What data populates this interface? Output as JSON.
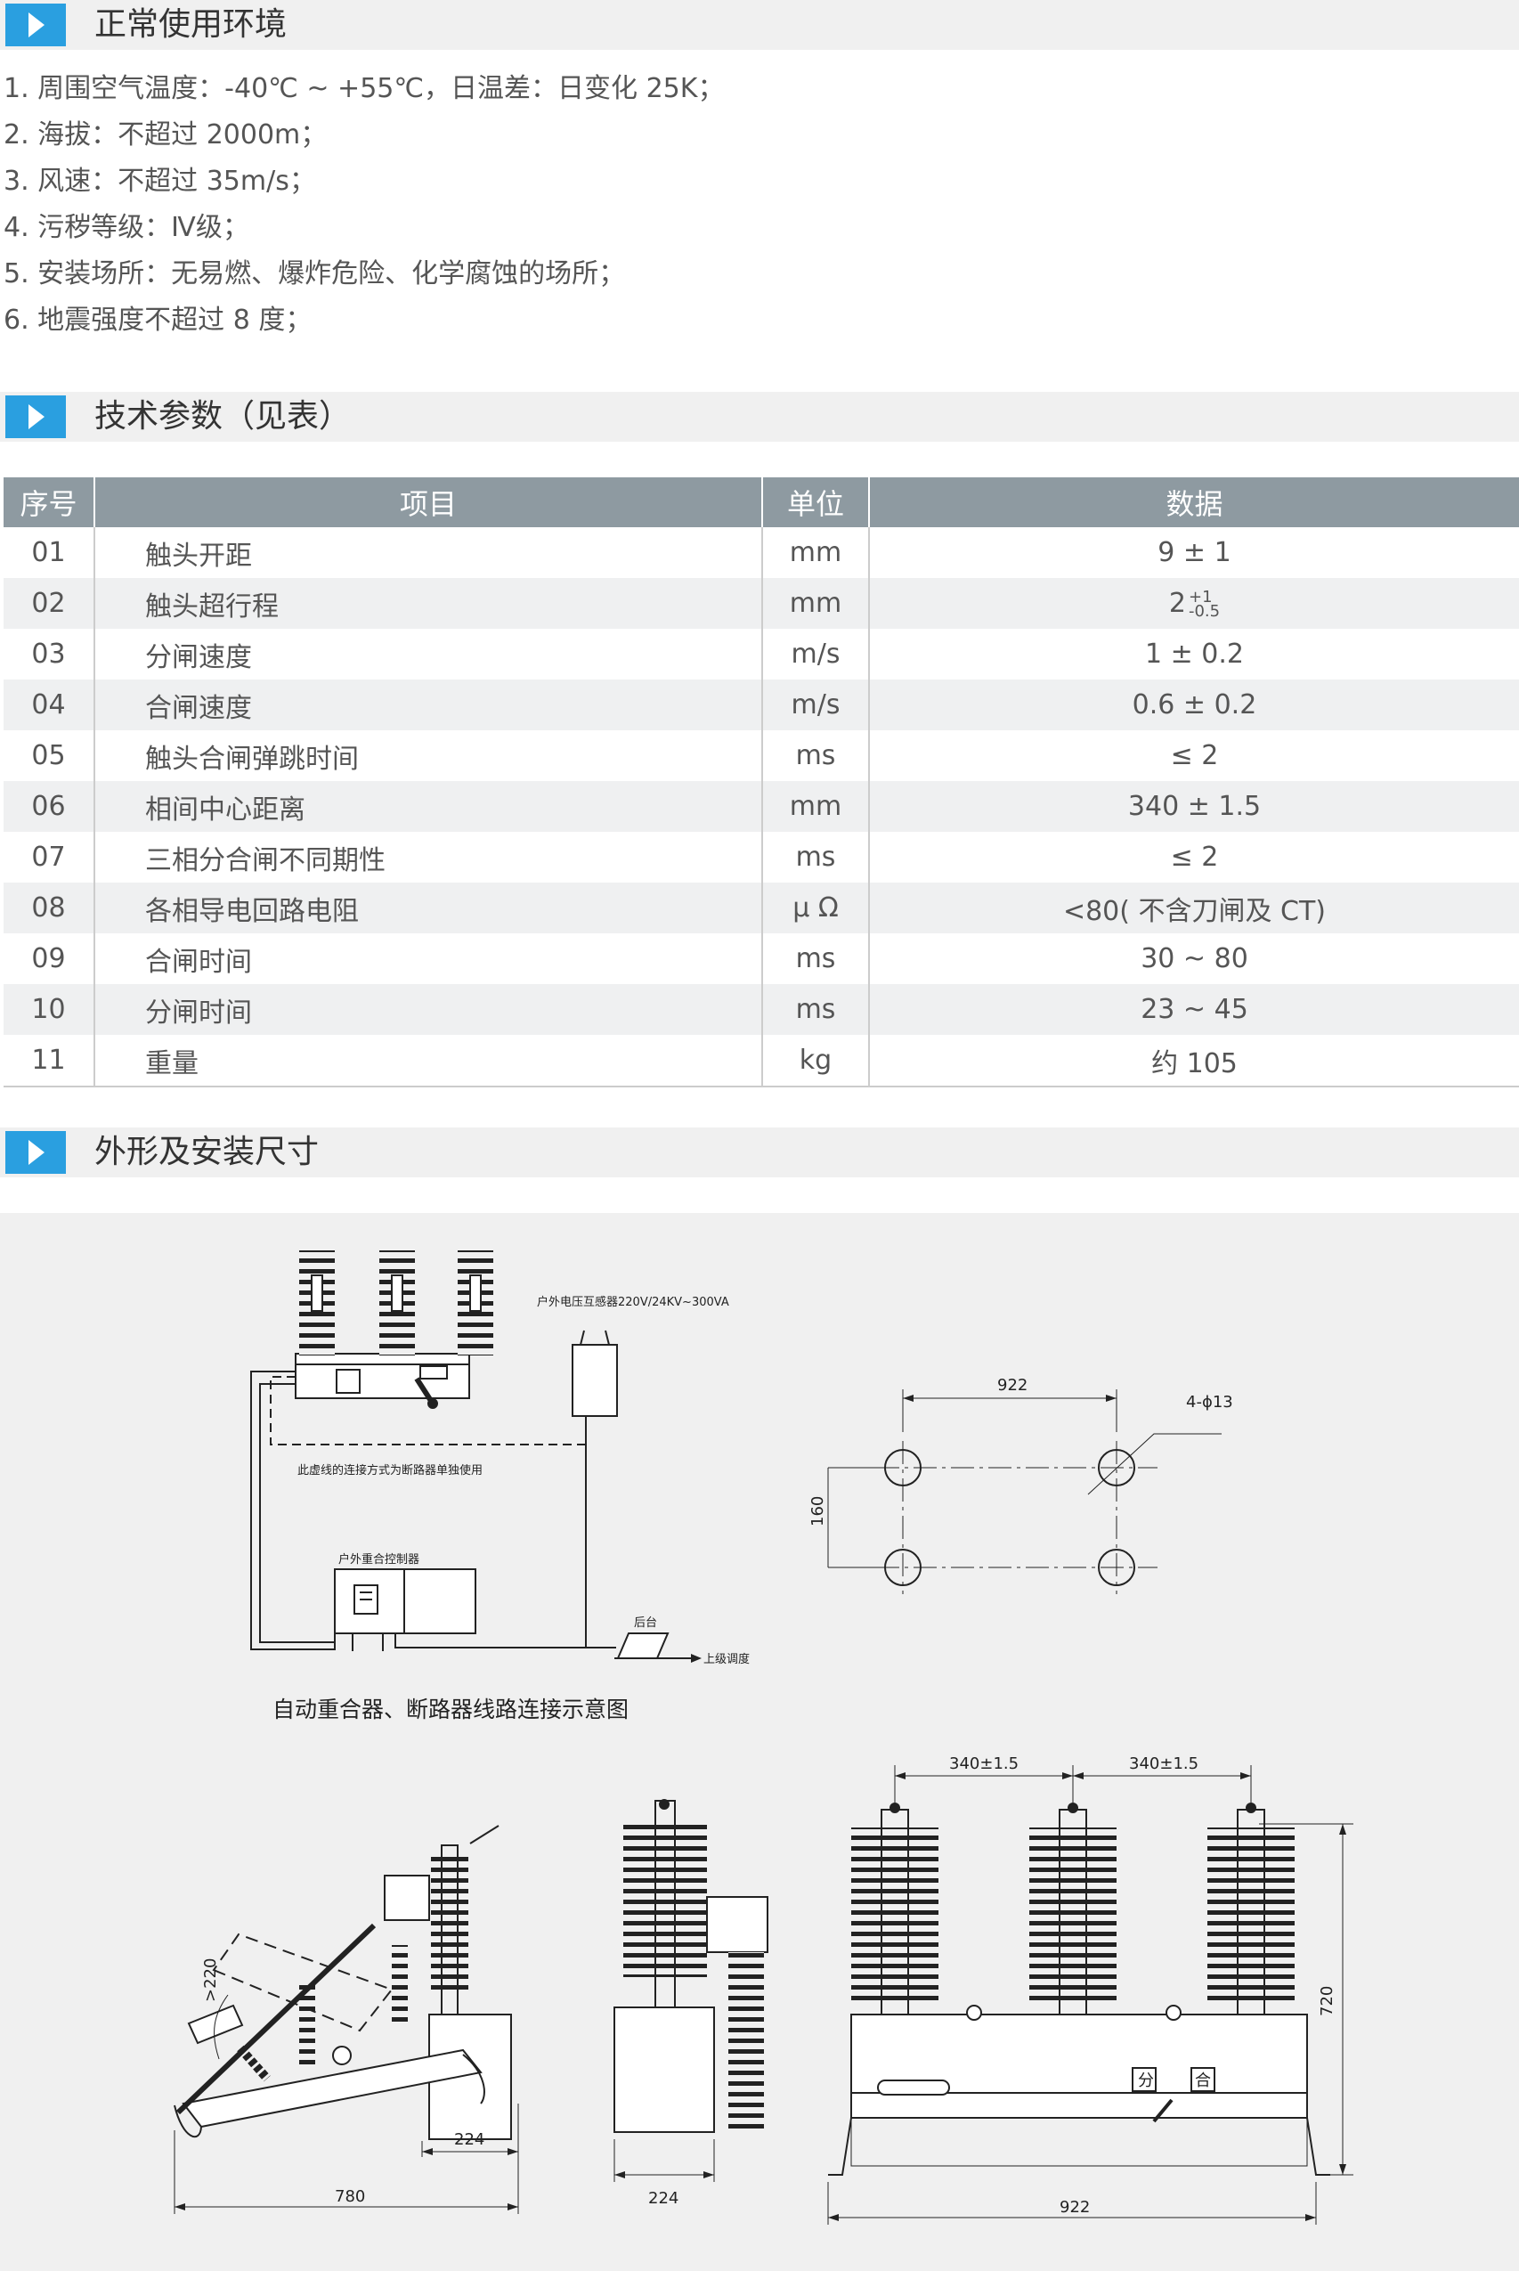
{
  "sections": {
    "env_title": "正常使用环境",
    "params_title": "技术参数（见表）",
    "dims_title": "外形及安装尺寸"
  },
  "environment": [
    "1. 周围空气温度：-40℃ ~ +55℃，日温差：日变化 25K；",
    "2. 海拔：不超过 2000m；",
    "3. 风速：不超过 35m/s；",
    "4. 污秽等级：Ⅳ级；",
    "5. 安装场所：无易燃、爆炸危险、化学腐蚀的场所；",
    "6. 地震强度不超过 8 度；"
  ],
  "table": {
    "headers": [
      "序号",
      "项目",
      "单位",
      "数据"
    ],
    "rows": [
      {
        "no": "01",
        "item": "触头开距",
        "unit": "mm",
        "value": "9 ± 1"
      },
      {
        "no": "02",
        "item": "触头超行程",
        "unit": "mm",
        "value": "2",
        "sup": "+1",
        "sub": "-0.5"
      },
      {
        "no": "03",
        "item": "分闸速度",
        "unit": "m/s",
        "value": "1 ± 0.2"
      },
      {
        "no": "04",
        "item": "合闸速度",
        "unit": "m/s",
        "value": "0.6 ± 0.2"
      },
      {
        "no": "05",
        "item": "触头合闸弹跳时间",
        "unit": "ms",
        "value": "≤ 2"
      },
      {
        "no": "06",
        "item": "相间中心距离",
        "unit": "mm",
        "value": "340 ± 1.5"
      },
      {
        "no": "07",
        "item": "三相分合闸不同期性",
        "unit": "ms",
        "value": "≤ 2"
      },
      {
        "no": "08",
        "item": "各相导电回路电阻",
        "unit": "μ Ω",
        "value": "<80( 不含刀闸及 CT)"
      },
      {
        "no": "09",
        "item": "合闸时间",
        "unit": "ms",
        "value": "30 ~ 80"
      },
      {
        "no": "10",
        "item": "分闸时间",
        "unit": "ms",
        "value": "23 ~ 45"
      },
      {
        "no": "11",
        "item": "重量",
        "unit": "kg",
        "value": "约 105"
      }
    ]
  },
  "diagram": {
    "caption": "自动重合器、断路器线路连接示意图",
    "pt_label": "户外电压互感器220V/24KV~300VA",
    "dashed_note": "此虚线的连接方式为断路器单独使用",
    "controller_label": "户外重合控制器",
    "backend_label": "后台",
    "dispatch_label": "上级调度",
    "hole_dim": "922",
    "hole_spec": "4-ϕ13",
    "hole_vdim": "160",
    "side_angle": ">220",
    "side_dim_small": "224",
    "side_dim_total": "780",
    "end_dim": "224",
    "phase_dim_1": "340±1.5",
    "phase_dim_2": "340±1.5",
    "front_height": "720",
    "front_width": "922",
    "open_label": "分",
    "close_label": "合"
  }
}
